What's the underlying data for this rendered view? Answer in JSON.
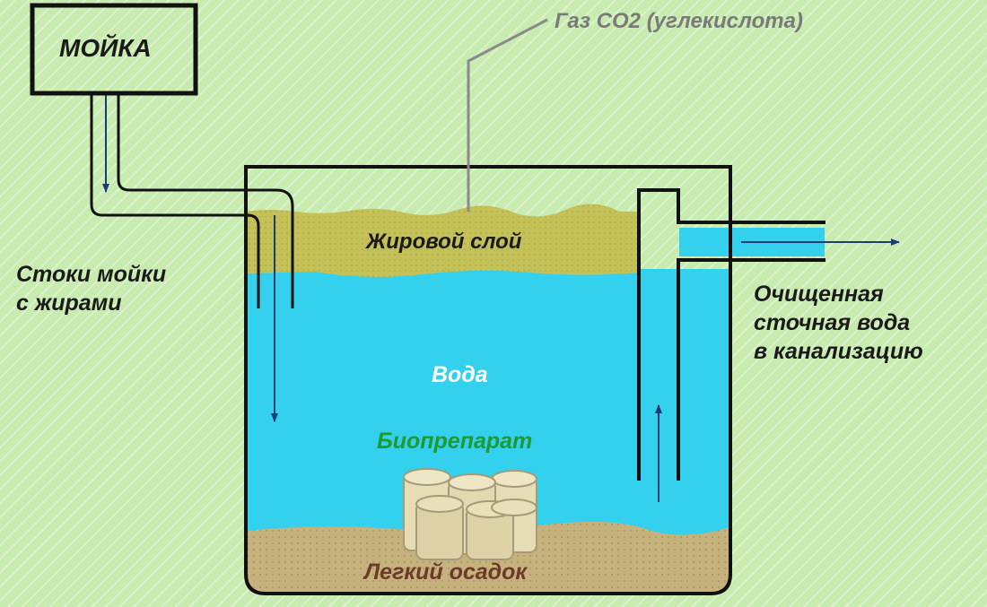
{
  "labels": {
    "sink": "МОЙКА",
    "gas": "Газ СО2 (углекислота)",
    "fat_layer": "Жировой слой",
    "inflow_lines": [
      "Стоки мойки",
      "с жирами"
    ],
    "outflow_lines": [
      "Очищенная",
      "сточная вода",
      "в канализацию"
    ],
    "water": "Вода",
    "biopreparation": "Биопрепарат",
    "sediment": "Легкий осадок"
  },
  "colors": {
    "background": "#c8ebb0",
    "water": "#33d1ee",
    "fat_layer": "#c2bf57",
    "sediment": "#c4b07a",
    "outline": "#111111",
    "arrow": "#1a3a78",
    "gas_label": "#7a7a7a",
    "water_label": "#ffffff",
    "biopreparation_label": "#1f9a2f",
    "sediment_label": "#6b3a2a",
    "text": "#1a1a1a"
  }
}
